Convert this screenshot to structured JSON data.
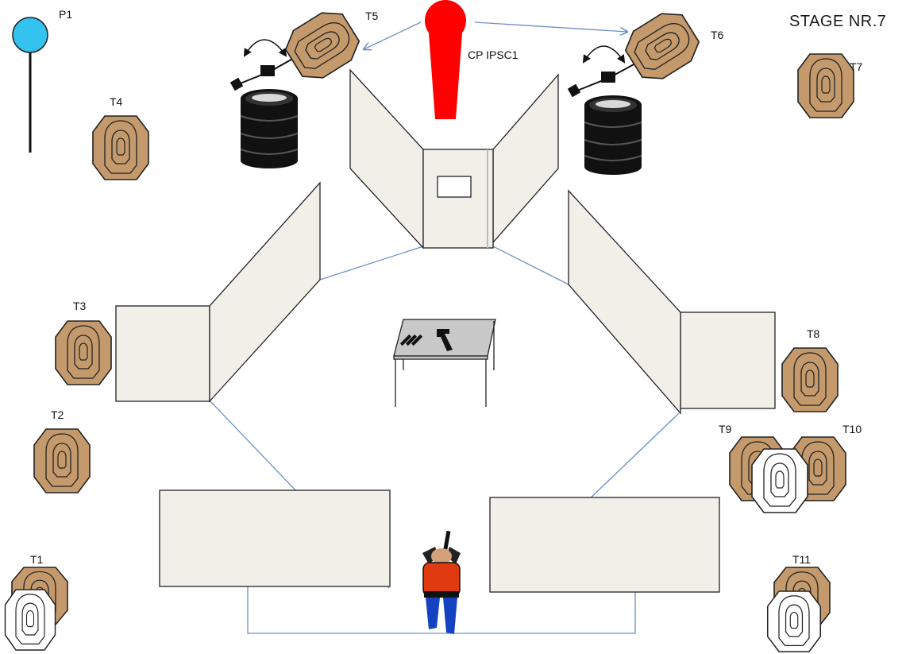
{
  "title": "STAGE NR.7",
  "popper_label": "P1",
  "cp_label": "CP IPSC1",
  "targets": [
    {
      "id": "t1",
      "label": "T1"
    },
    {
      "id": "t2",
      "label": "T2"
    },
    {
      "id": "t3",
      "label": "T3"
    },
    {
      "id": "t4",
      "label": "T4"
    },
    {
      "id": "t5",
      "label": "T5"
    },
    {
      "id": "t6",
      "label": "T6"
    },
    {
      "id": "t7",
      "label": "T7"
    },
    {
      "id": "t8",
      "label": "T8"
    },
    {
      "id": "t9",
      "label": "T9"
    },
    {
      "id": "t10",
      "label": "T10"
    },
    {
      "id": "t11",
      "label": "T11"
    }
  ],
  "colors": {
    "target_fill": "#c49a6c",
    "no_shoot_fill": "#ffffff",
    "wall_fill": "#f1efe8",
    "popper_fill": "#33c3ee",
    "cp_fill": "#ff0000",
    "line_color": "#6b8fc7",
    "barrel_fill": "#000000"
  }
}
